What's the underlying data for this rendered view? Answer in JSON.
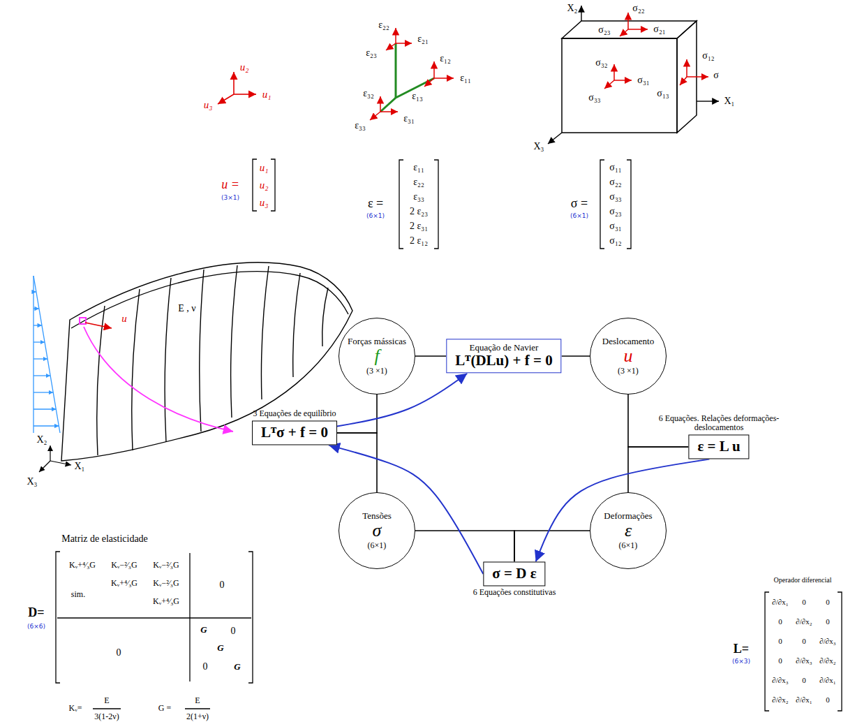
{
  "diagram": {
    "nodes": [
      {
        "text": [
          "Forças mássicas",
          "f",
          "(3 ×1)"
        ]
      },
      {
        "text": [
          "Equação de Navier",
          "Lᵀ(DLu) + f = 0"
        ]
      },
      {
        "text": [
          "Deslocamento",
          "u",
          "(3 ×1)"
        ]
      },
      {
        "text": [
          "3 Equações de equilíbrio",
          "Lᵀσ + f = 0"
        ]
      },
      {
        "text": [
          "6 Equações. Relações deformações-deslocamentos",
          "ε = L u"
        ]
      },
      {
        "text": [
          "Tensões",
          "σ",
          "(6×1)"
        ]
      },
      {
        "text": [
          "Deformações",
          "ε",
          "(6×1)"
        ]
      },
      {
        "text": [
          "σ = D ε",
          "6 Equações constitutivas"
        ]
      }
    ],
    "edges": [
      {
        "from": 0,
        "to": 1,
        "arrow": "none"
      },
      {
        "from": 1,
        "to": 2,
        "arrow": "none"
      },
      {
        "from": 2,
        "to": 4,
        "arrow": "none"
      },
      {
        "from": 4,
        "to": 6,
        "arrow": "none"
      },
      {
        "from": 6,
        "to": 7,
        "arrow": "none"
      },
      {
        "from": 7,
        "to": 5,
        "arrow": "none"
      },
      {
        "from": 5,
        "to": 3,
        "arrow": "none"
      },
      {
        "from": 3,
        "to": 0,
        "arrow": "none"
      },
      {
        "from": 3,
        "to": 1,
        "arrow": "to"
      },
      {
        "from": 4,
        "to": 7,
        "arrow": "to"
      },
      {
        "from": 7,
        "to": 3,
        "arrow": "to"
      }
    ],
    "labels": [
      "u₂",
      "u₁",
      "u₃",
      "ε₂₂",
      "ε₂₁",
      "ε₂₃",
      "ε₁₂",
      "ε₃₂",
      "ε₁₁",
      "ε₃₃",
      "ε₃₁",
      "ε₁₃",
      "X₂",
      "σ₂₂",
      "σ₂₁",
      "σ₂₃",
      "σ₁₂",
      "σ₃₂",
      "σ",
      "σ₁₃",
      "σ₃₃",
      "σ₃₁",
      "X₁",
      "X₃",
      "u =",
      "(3×1)",
      "u₁",
      "u₂",
      "u₃",
      "ε =",
      "(6×1)",
      "ε₁₁",
      "ε₂₂",
      "ε₃₃",
      "2 ε₂₃",
      "2 ε₃₁",
      "2 ε₁₂",
      "σ =",
      "(6×1)",
      "σ₁₁",
      "σ₂₂",
      "σ₃₃",
      "σ₂₃",
      "σ₃₁",
      "σ₁₂",
      "E , ν",
      "u",
      "X₂",
      "X₁",
      "X₃",
      "Matriz de elasticidade",
      "D=",
      "(6×6)",
      "Kᵥ+⁴⁄₃G",
      "Kᵥ−²⁄₃G",
      "Kᵥ−²⁄₃G",
      "Kᵥ+⁴⁄₃G",
      "Kᵥ−²⁄₃G",
      "Kᵥ+⁴⁄₃G",
      "sim.",
      "0",
      "0",
      "G",
      "0",
      "G",
      "0",
      "G",
      "Kᵥ=",
      "E",
      "3(1-2ν)",
      "G =",
      "E",
      "2(1+ν)",
      "Operador diferencial",
      "L=",
      "(6×3)",
      "∂/∂x₁",
      "0",
      "0",
      "0",
      "∂/∂x₂",
      "0",
      "0",
      "0",
      "∂/∂x₃",
      "0",
      "∂/∂x₃",
      "∂/∂x₂",
      "∂/∂x₃",
      "0",
      "∂/∂x₁",
      "∂/∂x₂",
      "∂/∂x₁",
      "0"
    ]
  }
}
